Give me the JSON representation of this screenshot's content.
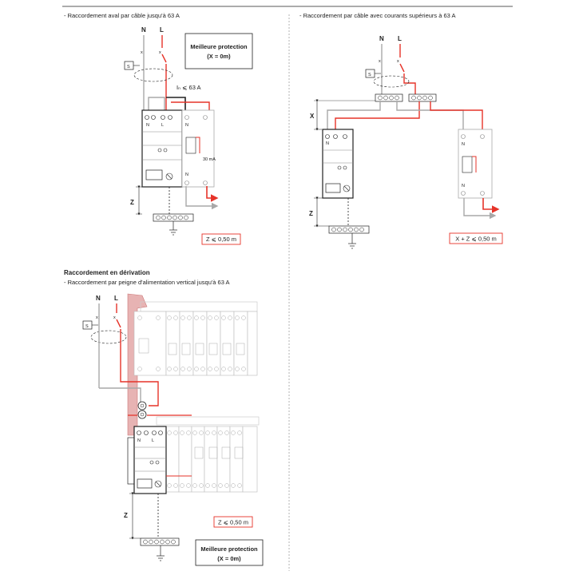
{
  "colors": {
    "accent": "#e63329",
    "wire": "#a8a8a8",
    "dark": "#222222",
    "rail": "#e7b3b3"
  },
  "section_tl": {
    "title": "- Raccordement aval par câble jusqu'à 63 A",
    "label_n": "N",
    "label_l": "L",
    "label_s": "S",
    "best_line1": "Meilleure protection",
    "best_line2": "(X = 0m)",
    "current": "Iₙ ⩽ 63 A",
    "z_label": "Z",
    "z_box": "Z ⩽ 0,50 m"
  },
  "section_tr": {
    "title": "- Raccordement par câble avec courants supérieurs à 63 A",
    "label_n": "N",
    "label_l": "L",
    "label_s": "S",
    "x_label": "X",
    "z_label": "Z",
    "xz_box": "X + Z ⩽ 0,50 m"
  },
  "section_bl": {
    "heading": "Raccordement en dérivation",
    "title": "- Raccordement par peigne d'alimentation vertical jusqu'à 63 A",
    "label_n": "N",
    "label_l": "L",
    "label_s": "S",
    "z_label": "Z",
    "z_box": "Z ⩽ 0,50 m",
    "best_line1": "Meilleure protection",
    "best_line2": "(X = 0m)"
  }
}
